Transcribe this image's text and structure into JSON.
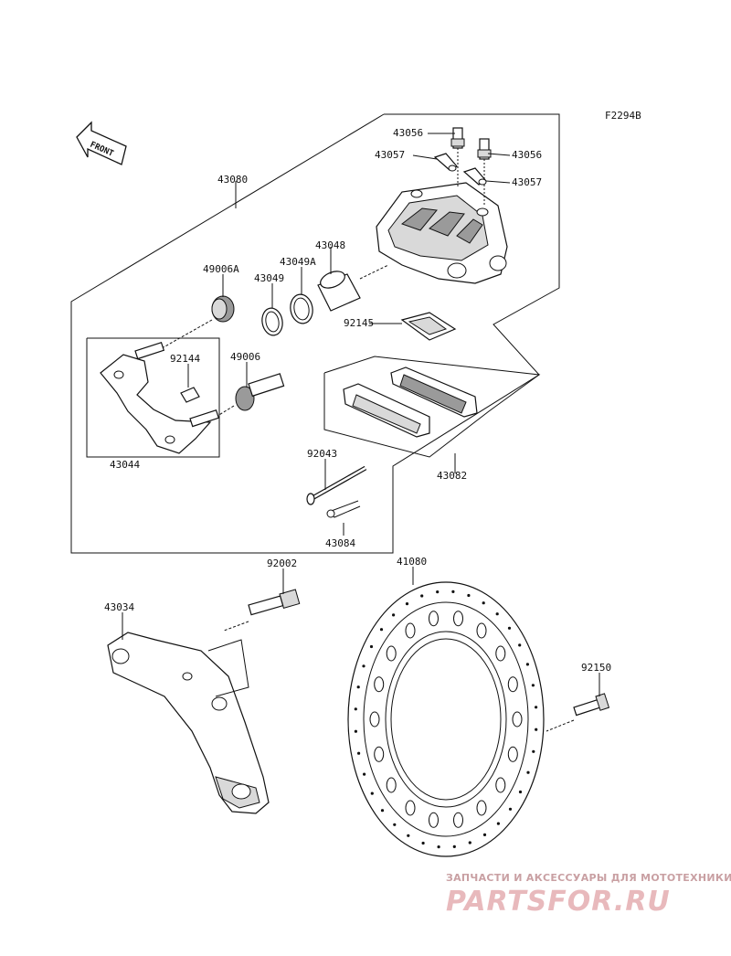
{
  "figure_code": "F2294B",
  "front_label": "FRONT",
  "parts": {
    "p43056a": "43056",
    "p43056b": "43056",
    "p43057a": "43057",
    "p43057b": "43057",
    "p43080": "43080",
    "p43048": "43048",
    "p49006A": "49006A",
    "p43049A": "43049A",
    "p43049": "43049",
    "p92145": "92145",
    "p92144": "92144",
    "p49006": "49006",
    "p43044": "43044",
    "p92043": "92043",
    "p43082": "43082",
    "p43084": "43084",
    "p92002": "92002",
    "p41080": "41080",
    "p43034": "43034",
    "p92150": "92150"
  },
  "watermark": {
    "tagline": "ЗАПЧАСТИ И АКСЕССУАРЫ ДЛЯ МОТОТЕХНИКИ",
    "logo": "PARTSFOR.RU"
  }
}
